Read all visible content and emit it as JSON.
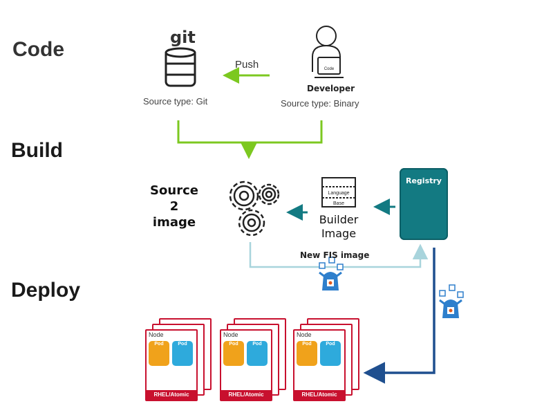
{
  "stages": {
    "code": "Code",
    "build": "Build",
    "deploy": "Deploy"
  },
  "code_stage": {
    "git_logo_text": "git",
    "git_source_type": "Source type: Git",
    "push_label": "Push",
    "developer_screen_text": "Code",
    "developer_label": "Developer",
    "developer_source_type": "Source type: Binary"
  },
  "build_stage": {
    "s2i_line1": "Source",
    "s2i_line2": "2",
    "s2i_line3": "image",
    "builder_image_top": "Language",
    "builder_image_bottom": "Base",
    "builder_line1": "Builder",
    "builder_line2": "Image",
    "registry_label": "Registry",
    "new_image_label": "New FIS image"
  },
  "deploy_stage": {
    "nodes": [
      {
        "label": "Node",
        "pod_a": "Pod",
        "pod_b": "Pod",
        "footer": "RHEL/Atomic"
      },
      {
        "label": "Node",
        "pod_a": "Pod",
        "pod_b": "Pod",
        "footer": "RHEL/Atomic"
      },
      {
        "label": "Node",
        "pod_a": "Pod",
        "pod_b": "Pod",
        "footer": "RHEL/Atomic"
      }
    ]
  },
  "colors": {
    "green_arrow": "#7cc820",
    "teal": "#137a82",
    "light_blue_line": "#a8d4dc",
    "navy_line": "#1f4f8f",
    "node_red": "#c8102e"
  }
}
